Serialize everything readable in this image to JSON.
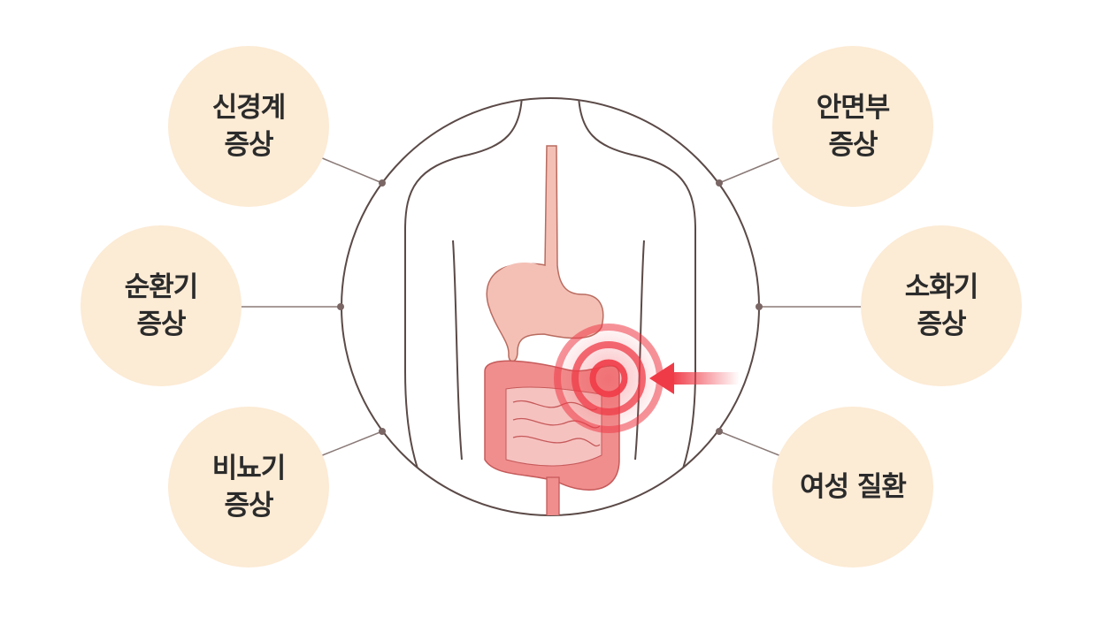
{
  "diagram": {
    "left_symptoms": [
      {
        "line1": "신경계",
        "line2": "증상"
      },
      {
        "line1": "순환기",
        "line2": "증상"
      },
      {
        "line1": "비뇨기",
        "line2": "증상"
      }
    ],
    "right_symptoms": [
      {
        "line1": "안면부",
        "line2": "증상"
      },
      {
        "line1": "소화기",
        "line2": "증상"
      },
      {
        "line1": "여성 질환",
        "line2": ""
      }
    ],
    "colors": {
      "bubble": "#fcebd5",
      "outline": "#5b4a47",
      "organ_fill": "#f4c0b6",
      "intestine_fill": "#f08e8e",
      "pain_highlight": "#ef3b47"
    },
    "icons": [
      "body-outline-icon",
      "stomach-icon",
      "intestine-icon",
      "pain-target-icon",
      "arrow-icon"
    ]
  }
}
